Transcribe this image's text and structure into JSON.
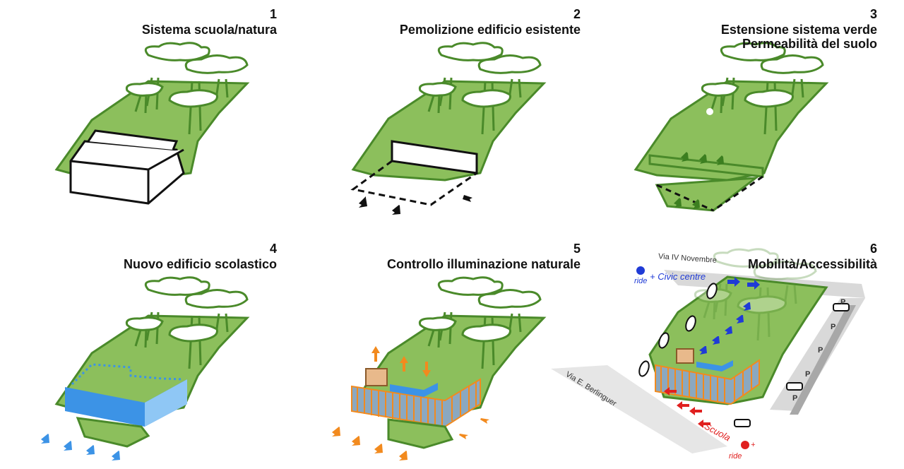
{
  "panels": [
    {
      "number": "1",
      "title": [
        "Sistema scuola/natura"
      ]
    },
    {
      "number": "2",
      "title": [
        "Pemolizione edificio esistente"
      ]
    },
    {
      "number": "3",
      "title": [
        "Estensione sistema verde",
        "Permeabilità del suolo"
      ]
    },
    {
      "number": "4",
      "title": [
        "Nuovo edificio scolastico"
      ]
    },
    {
      "number": "5",
      "title": [
        "Controllo illuminazione naturale"
      ]
    },
    {
      "number": "6",
      "title": [
        "Mobilità/Accessibilità"
      ]
    }
  ],
  "mobility": {
    "street_north": "Via IV Novembre",
    "street_west": "Via E. Berlinguer",
    "civic_centre": "+ Civic centre",
    "ride_top": "ride",
    "scuola": "Scuola",
    "plus_bottom": "+",
    "ride_bottom": "ride",
    "parking_marks": [
      "P",
      "P",
      "P",
      "P",
      "P"
    ]
  },
  "colors": {
    "green_fill": "#8cbf5c",
    "green_stroke": "#4a8a2a",
    "blue_building": "#3c93e6",
    "orange": "#f28a1e",
    "blue_arrow": "#1f3bd6",
    "red_arrow": "#e0201f",
    "road_gray": "#d9d9d9"
  }
}
